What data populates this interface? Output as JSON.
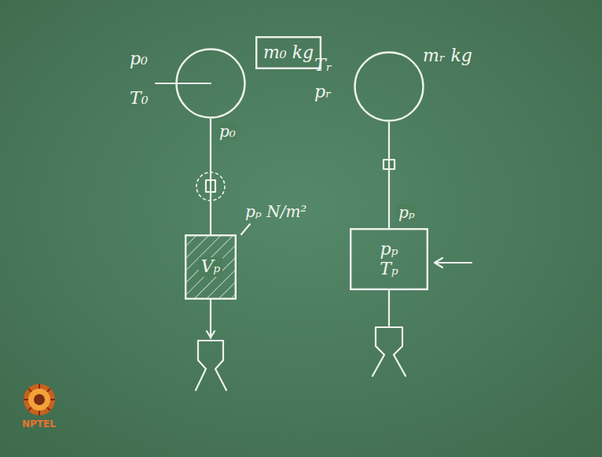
{
  "diagram": {
    "nodes": [
      {
        "text": [
          "p₀",
          "T₀"
        ]
      },
      {
        "text": [
          "m₀ kg"
        ]
      },
      {
        "text": [
          "Vₚ"
        ]
      },
      {
        "text": [
          "Tᵣ",
          "pᵣ",
          "mᵣ kg"
        ]
      },
      {
        "text": [
          "pₚ",
          "Tₚ"
        ]
      }
    ],
    "edges": [
      {
        "from": 0,
        "to": 2,
        "label": "p₀",
        "arrow": "none"
      },
      {
        "from": 3,
        "to": 4,
        "label": "pₚ",
        "arrow": "none"
      }
    ],
    "labels": [
      "pₚ N/m²",
      "NPTEL"
    ]
  }
}
